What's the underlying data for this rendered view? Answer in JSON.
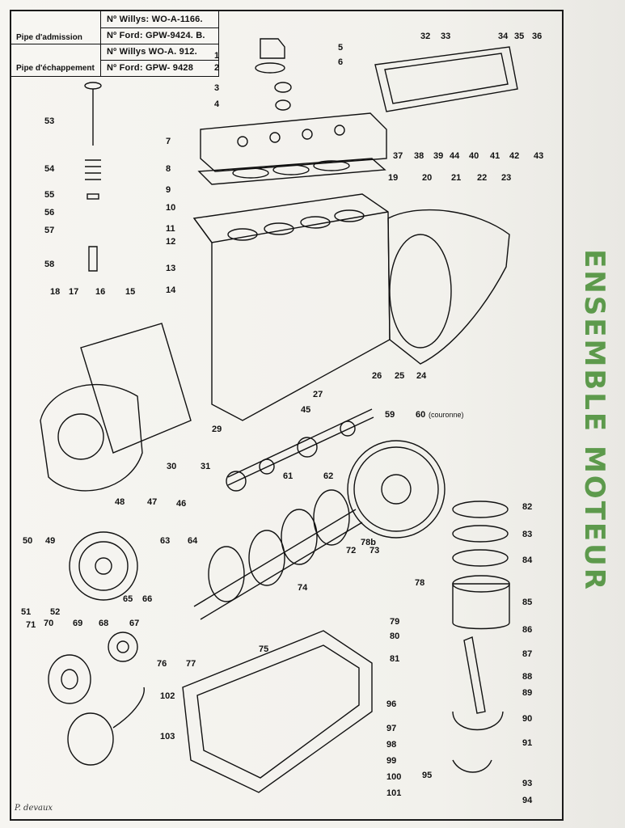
{
  "side_title": "ENSEMBLE MOTEUR",
  "legend": {
    "intake_label": "Pipe d'admission",
    "exhaust_label": "Pipe d'échappement",
    "intake_willys": "Nº Willys: WO-A-1166.",
    "intake_ford": "Nº Ford: GPW-9424. B.",
    "exhaust_willys": "Nº Willys WO-A. 912.",
    "exhaust_ford": "Nº Ford: GPW- 9428"
  },
  "parts": [
    {
      "n": "1"
    },
    {
      "n": "2"
    },
    {
      "n": "3"
    },
    {
      "n": "4"
    },
    {
      "n": "5"
    },
    {
      "n": "6"
    },
    {
      "n": "7"
    },
    {
      "n": "8"
    },
    {
      "n": "9"
    },
    {
      "n": "10"
    },
    {
      "n": "11"
    },
    {
      "n": "12"
    },
    {
      "n": "13"
    },
    {
      "n": "14"
    },
    {
      "n": "15"
    },
    {
      "n": "16"
    },
    {
      "n": "17"
    },
    {
      "n": "18"
    },
    {
      "n": "19"
    },
    {
      "n": "20"
    },
    {
      "n": "21"
    },
    {
      "n": "22"
    },
    {
      "n": "23"
    },
    {
      "n": "24"
    },
    {
      "n": "25"
    },
    {
      "n": "26"
    },
    {
      "n": "27"
    },
    {
      "n": "29"
    },
    {
      "n": "30"
    },
    {
      "n": "31"
    },
    {
      "n": "32"
    },
    {
      "n": "33"
    },
    {
      "n": "34"
    },
    {
      "n": "35"
    },
    {
      "n": "36"
    },
    {
      "n": "37"
    },
    {
      "n": "38"
    },
    {
      "n": "39"
    },
    {
      "n": "40"
    },
    {
      "n": "41"
    },
    {
      "n": "42"
    },
    {
      "n": "43"
    },
    {
      "n": "44"
    },
    {
      "n": "45"
    },
    {
      "n": "46"
    },
    {
      "n": "47"
    },
    {
      "n": "48"
    },
    {
      "n": "49"
    },
    {
      "n": "50"
    },
    {
      "n": "51"
    },
    {
      "n": "52"
    },
    {
      "n": "53"
    },
    {
      "n": "54"
    },
    {
      "n": "55"
    },
    {
      "n": "56"
    },
    {
      "n": "57"
    },
    {
      "n": "58"
    },
    {
      "n": "59"
    },
    {
      "n": "60"
    },
    {
      "n": "61"
    },
    {
      "n": "62"
    },
    {
      "n": "63"
    },
    {
      "n": "64"
    },
    {
      "n": "65"
    },
    {
      "n": "66"
    },
    {
      "n": "67"
    },
    {
      "n": "68"
    },
    {
      "n": "69"
    },
    {
      "n": "70"
    },
    {
      "n": "71"
    },
    {
      "n": "72"
    },
    {
      "n": "73"
    },
    {
      "n": "74"
    },
    {
      "n": "75"
    },
    {
      "n": "76"
    },
    {
      "n": "77"
    },
    {
      "n": "78"
    },
    {
      "n": "78b"
    },
    {
      "n": "79"
    },
    {
      "n": "80"
    },
    {
      "n": "81"
    },
    {
      "n": "82"
    },
    {
      "n": "83"
    },
    {
      "n": "84"
    },
    {
      "n": "85"
    },
    {
      "n": "86"
    },
    {
      "n": "87"
    },
    {
      "n": "88"
    },
    {
      "n": "89"
    },
    {
      "n": "90"
    },
    {
      "n": "91"
    },
    {
      "n": "93"
    },
    {
      "n": "94"
    },
    {
      "n": "95"
    },
    {
      "n": "96"
    },
    {
      "n": "97"
    },
    {
      "n": "98"
    },
    {
      "n": "99"
    },
    {
      "n": "100"
    },
    {
      "n": "101"
    },
    {
      "n": "102"
    },
    {
      "n": "103"
    }
  ],
  "couronne_note": "(couronne)",
  "signature": "P. devaux",
  "colors": {
    "title_green": "#5d9a4c",
    "ink": "#111111",
    "paper": "#f4f3ef"
  }
}
